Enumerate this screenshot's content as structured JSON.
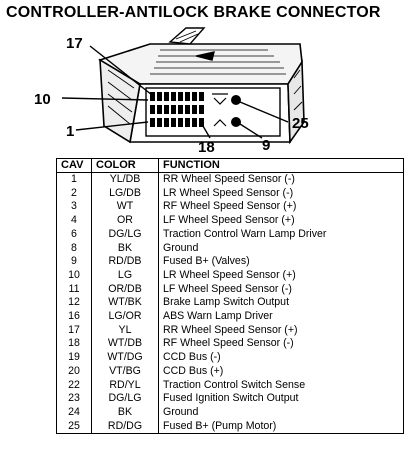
{
  "title": "CONTROLLER-ANTILOCK BRAKE CONNECTOR",
  "diagram": {
    "callouts": [
      "17",
      "10",
      "1",
      "18",
      "25",
      "9"
    ]
  },
  "table": {
    "headers": {
      "cav": "CAV",
      "color": "COLOR",
      "function": "FUNCTION"
    },
    "rows": [
      {
        "cav": "1",
        "color": "YL/DB",
        "function": "RR Wheel Speed Sensor (-)"
      },
      {
        "cav": "2",
        "color": "LG/DB",
        "function": "LR Wheel Speed Sensor (-)"
      },
      {
        "cav": "3",
        "color": "WT",
        "function": "RF Wheel Speed Sensor (+)"
      },
      {
        "cav": "4",
        "color": "OR",
        "function": "LF Wheel Speed Sensor (+)"
      },
      {
        "cav": "6",
        "color": "DG/LG",
        "function": "Traction Control Warn Lamp Driver"
      },
      {
        "cav": "8",
        "color": "BK",
        "function": "Ground"
      },
      {
        "cav": "9",
        "color": "RD/DB",
        "function": "Fused B+ (Valves)"
      },
      {
        "cav": "10",
        "color": "LG",
        "function": "LR Wheel Speed Sensor (+)"
      },
      {
        "cav": "11",
        "color": "OR/DB",
        "function": "LF Wheel Speed Sensor (-)"
      },
      {
        "cav": "12",
        "color": "WT/BK",
        "function": "Brake Lamp Switch Output"
      },
      {
        "cav": "16",
        "color": "LG/OR",
        "function": "ABS Warn Lamp Driver"
      },
      {
        "cav": "17",
        "color": "YL",
        "function": "RR Wheel Speed Sensor (+)"
      },
      {
        "cav": "18",
        "color": "WT/DB",
        "function": "RF Wheel Speed Sensor (-)"
      },
      {
        "cav": "19",
        "color": "WT/DG",
        "function": "CCD Bus (-)"
      },
      {
        "cav": "20",
        "color": "VT/BG",
        "function": "CCD Bus (+)"
      },
      {
        "cav": "22",
        "color": "RD/YL",
        "function": "Traction Control Switch Sense"
      },
      {
        "cav": "23",
        "color": "DG/LG",
        "function": "Fused Ignition Switch Output"
      },
      {
        "cav": "24",
        "color": "BK",
        "function": "Ground"
      },
      {
        "cav": "25",
        "color": "RD/DG",
        "function": "Fused B+ (Pump Motor)"
      }
    ]
  }
}
